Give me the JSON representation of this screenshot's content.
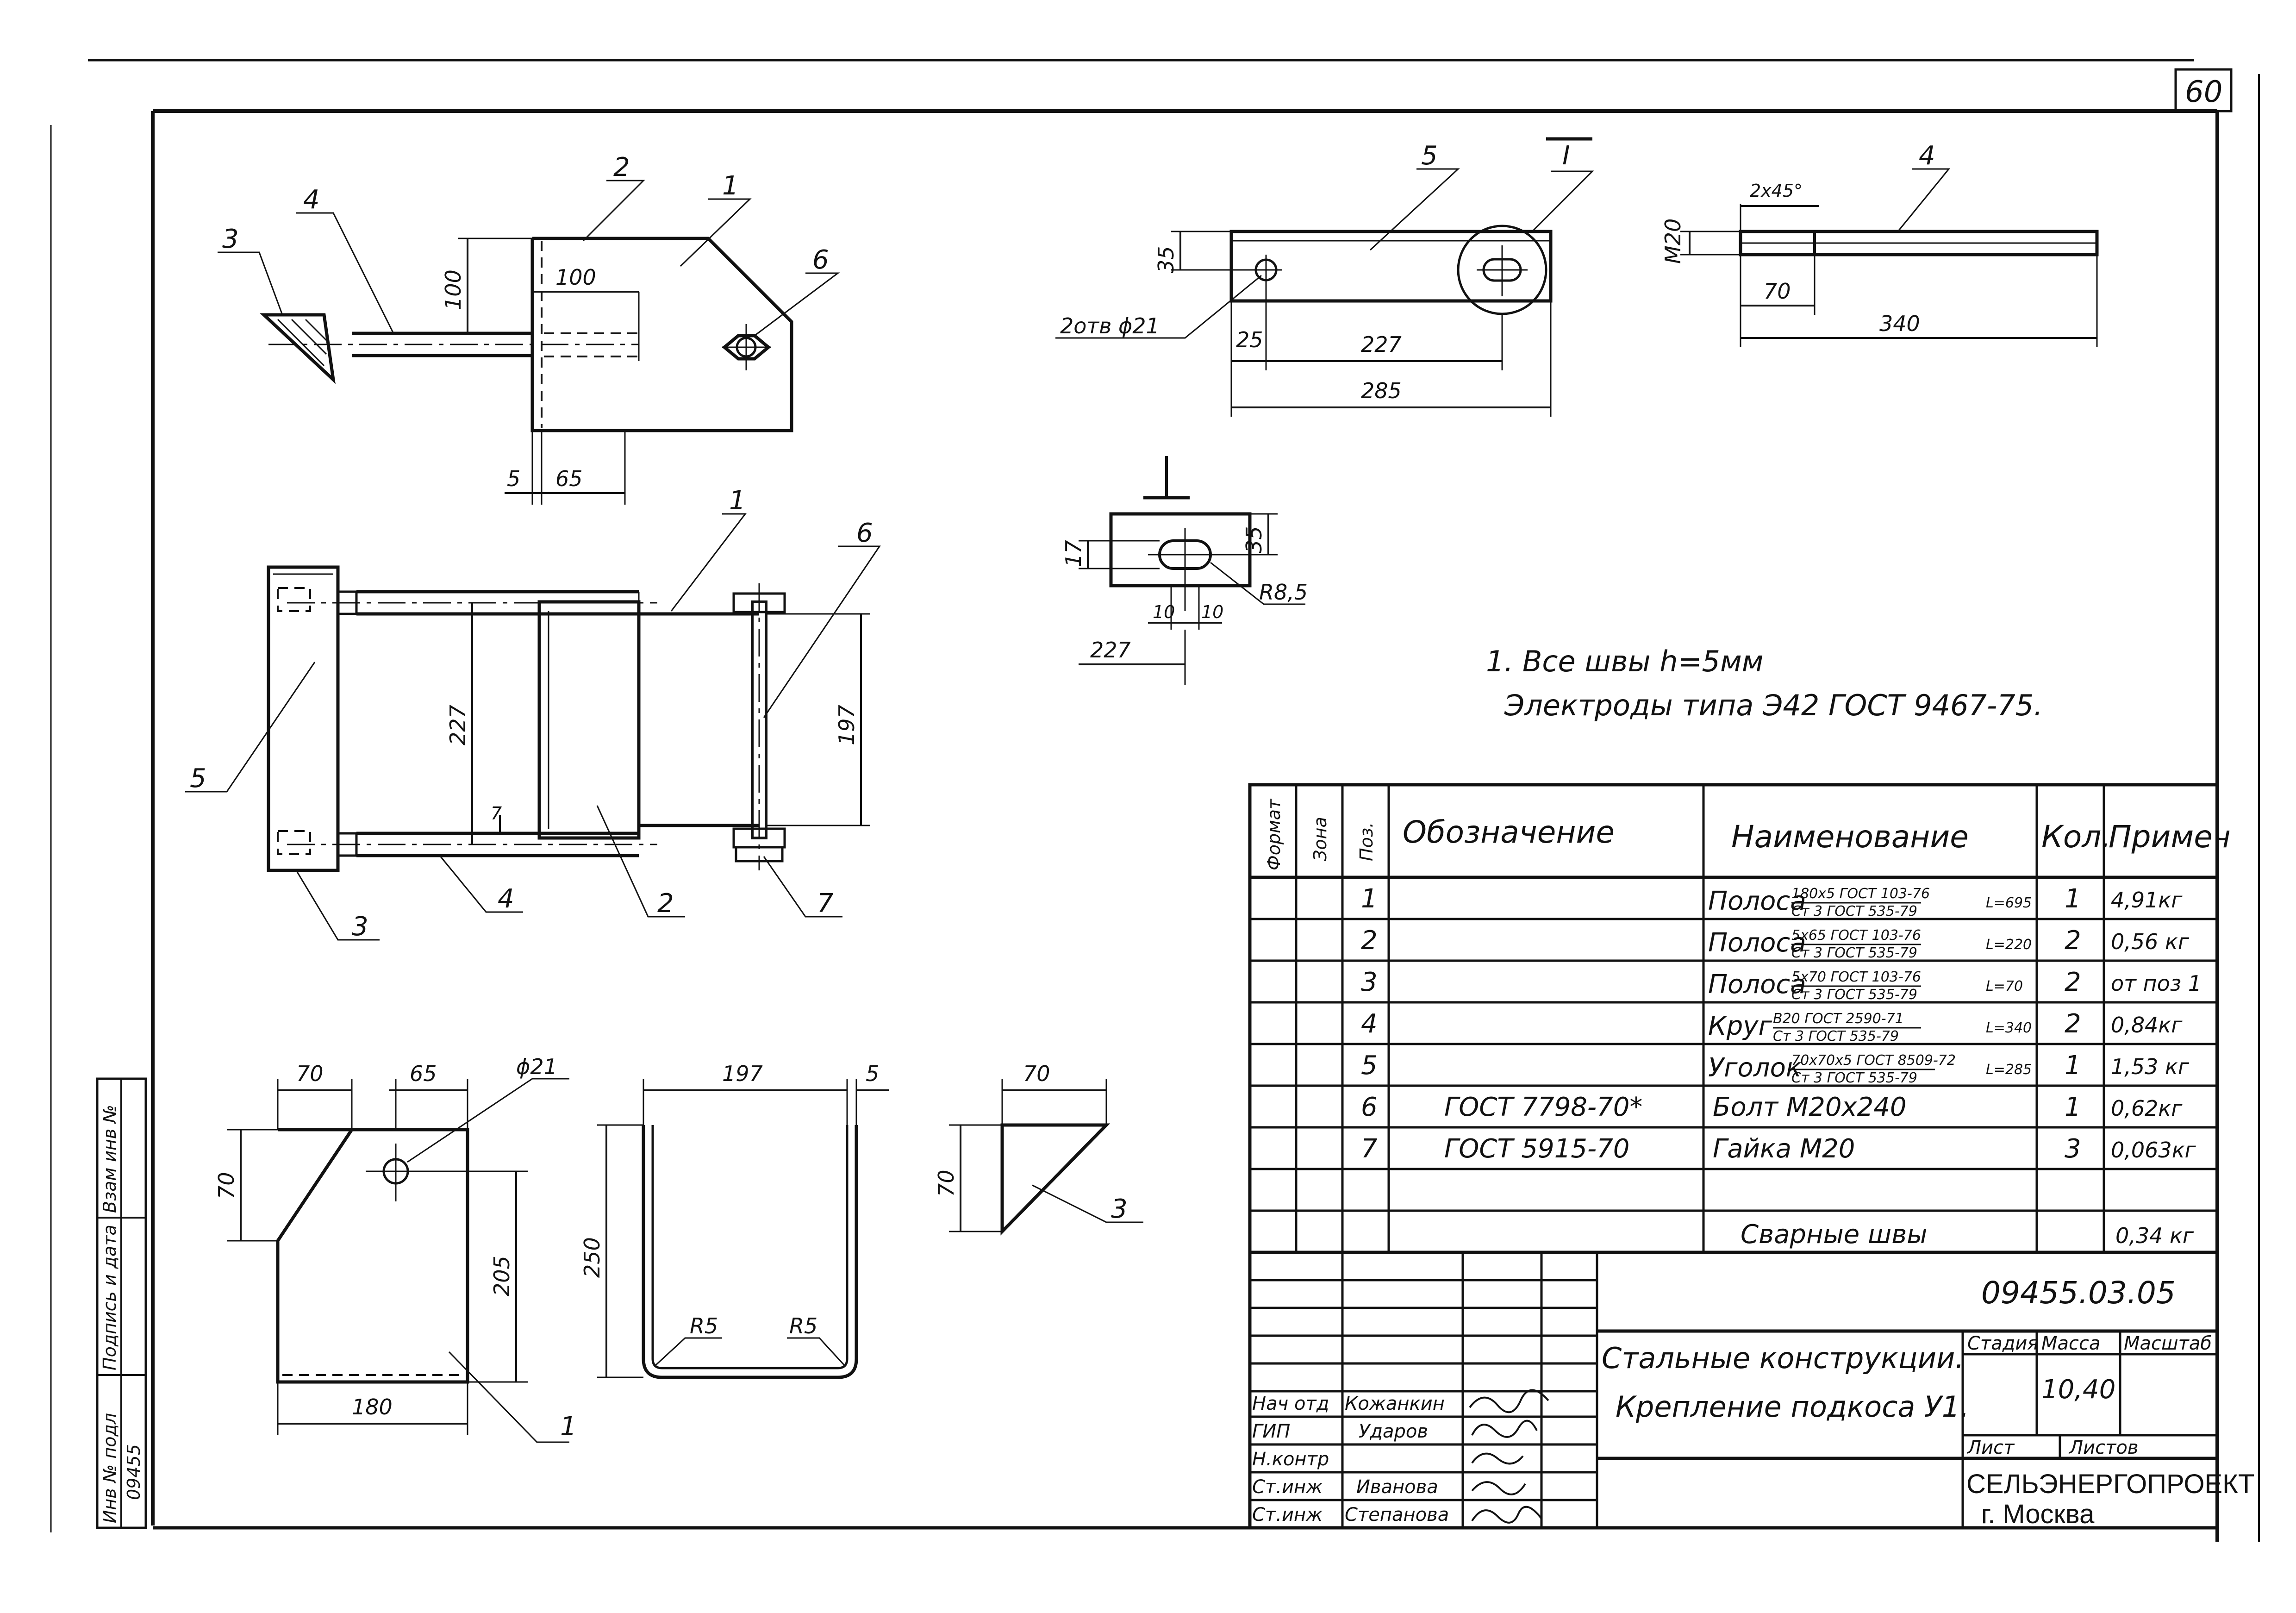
{
  "sheet_number": "60",
  "notes": [
    "1. Все швы h=5мм",
    "Электроды типа Э42  ГОСТ 9467-75."
  ],
  "drawings": {
    "top_left": {
      "pos_labels": [
        "1",
        "2",
        "3",
        "4",
        "6"
      ],
      "dims": [
        "100",
        "100",
        "5",
        "65"
      ]
    },
    "top_middle": {
      "pos_labels": [
        "5",
        "I"
      ],
      "dims": [
        "35",
        "25",
        "227",
        "285"
      ],
      "hole_callout": "2отв ϕ21"
    },
    "top_right": {
      "pos_labels": [
        "4"
      ],
      "dims": [
        "2х45°",
        "М20",
        "70",
        "340"
      ]
    },
    "detail_I": {
      "title": "I",
      "dims": [
        "17",
        "35",
        "10",
        "10",
        "R8,5",
        "227"
      ]
    },
    "plan_view": {
      "pos_labels": [
        "1",
        "6",
        "5",
        "3",
        "4",
        "2",
        "7"
      ],
      "dims": [
        "227",
        "197",
        "7"
      ]
    },
    "plate_1": {
      "pos_labels": [
        "1"
      ],
      "dims": [
        "70",
        "65",
        "ϕ21",
        "70",
        "205",
        "180"
      ]
    },
    "bent_2": {
      "dims": [
        "197",
        "5",
        "250",
        "R5",
        "R5"
      ]
    },
    "angle_3": {
      "pos_labels": [
        "3"
      ],
      "dims": [
        "70",
        "70"
      ]
    }
  },
  "spec_table": {
    "headers": {
      "format": "Формат",
      "zone": "Зона",
      "pos": "Поз.",
      "designation": "Обозначение",
      "name": "Наименование",
      "qty": "Кол.",
      "note": "Примеч"
    },
    "rows": [
      {
        "pos": "1",
        "designation": "",
        "name_main": "Полоса",
        "name_top": "180х5 ГОСТ 103-76",
        "name_bottom": "Ст 3 ГОСТ 535-79",
        "length": "L=695",
        "qty": "1",
        "note": "4,91кг"
      },
      {
        "pos": "2",
        "designation": "",
        "name_main": "Полоса",
        "name_top": "5х65 ГОСТ 103-76",
        "name_bottom": "Ст 3 ГОСТ 535-79",
        "length": "L=220",
        "qty": "2",
        "note": "0,56 кг"
      },
      {
        "pos": "3",
        "designation": "",
        "name_main": "Полоса",
        "name_top": "5х70 ГОСТ 103-76",
        "name_bottom": "Ст 3 ГОСТ 535-79",
        "length": "L=70",
        "qty": "2",
        "note": "от поз 1"
      },
      {
        "pos": "4",
        "designation": "",
        "name_main": "Круг",
        "name_top": "В20 ГОСТ 2590-71",
        "name_bottom": "Ст 3 ГОСТ 535-79",
        "length": "L=340",
        "qty": "2",
        "note": "0,84кг"
      },
      {
        "pos": "5",
        "designation": "",
        "name_main": "Уголок",
        "name_top": "70х70х5 ГОСТ 8509-72",
        "name_bottom": "Ст 3 ГОСТ 535-79",
        "length": "L=285",
        "qty": "1",
        "note": "1,53 кг"
      },
      {
        "pos": "6",
        "designation": "ГОСТ 7798-70*",
        "name_main": "Болт М20х240",
        "name_top": "",
        "name_bottom": "",
        "length": "",
        "qty": "1",
        "note": "0,62кг"
      },
      {
        "pos": "7",
        "designation": "ГОСТ 5915-70",
        "name_main": "Гайка М20",
        "name_top": "",
        "name_bottom": "",
        "length": "",
        "qty": "3",
        "note": "0,063кг"
      },
      {
        "pos": "",
        "designation": "",
        "name_main": "",
        "name_top": "",
        "name_bottom": "",
        "length": "",
        "qty": "",
        "note": ""
      },
      {
        "pos": "",
        "designation": "",
        "name_main": "Сварные швы",
        "name_top": "",
        "name_bottom": "",
        "length": "",
        "qty": "",
        "note": "0,34 кг"
      }
    ]
  },
  "title_block": {
    "doc_code": "09455.03.05",
    "title_line1": "Стальные конструкции.",
    "title_line2": "Крепление подкоса У1.",
    "stage_label": "Стадия",
    "mass_label": "Масса",
    "scale_label": "Масштаб",
    "mass_value": "10,40",
    "sheet_label": "Лист",
    "sheets_label": "Листов",
    "organization": "СЕЛЬЭНЕРГОПРОЕКТ",
    "city": "г. Москва",
    "signatures": [
      {
        "role": "Нач отд",
        "name": "Кожанкин"
      },
      {
        "role": "ГИП",
        "name": "Ударов"
      },
      {
        "role": "Н.контр",
        "name": ""
      },
      {
        "role": "Ст.инж",
        "name": "Иванова"
      },
      {
        "role": "Ст.инж",
        "name": "Степанова"
      }
    ]
  },
  "side_stamp": {
    "inv_label": "Инв № подл",
    "sign_label": "Подпись и дата",
    "replace_label": "Взам инв №",
    "inv_value": "09455"
  }
}
